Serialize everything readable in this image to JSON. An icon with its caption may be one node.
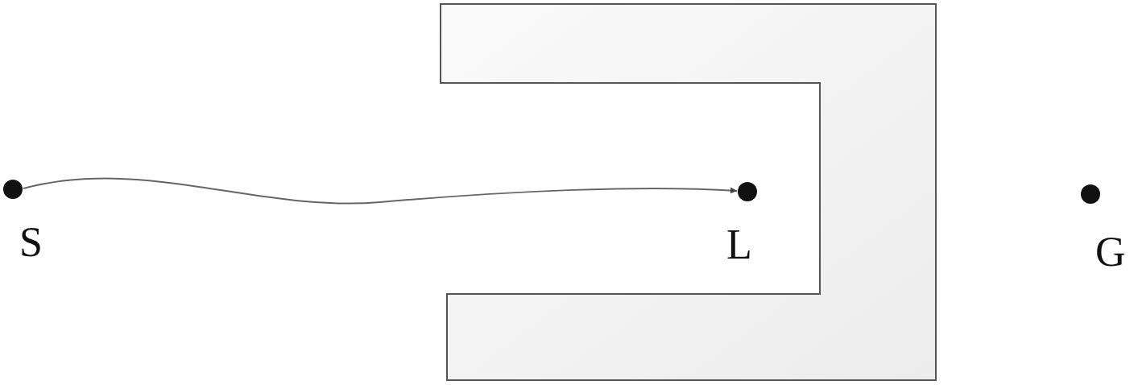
{
  "diagram": {
    "nodes": [
      {
        "text": [
          "S"
        ]
      },
      {
        "text": [
          "L"
        ]
      },
      {
        "text": [
          "G"
        ]
      }
    ],
    "edges": [
      {
        "from": 0,
        "to": 1,
        "arrow": "to"
      }
    ]
  }
}
